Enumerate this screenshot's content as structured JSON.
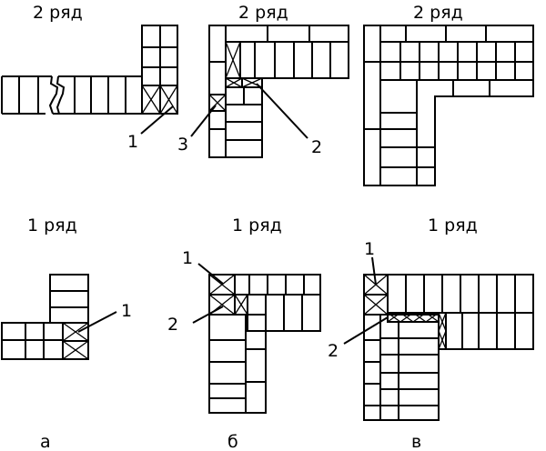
{
  "rows": {
    "row2": "2 ряд",
    "row1": "1 ряд"
  },
  "variants": {
    "a": "а",
    "b": "б",
    "v": "в"
  },
  "callouts": {
    "a2_1": "1",
    "b2_3": "3",
    "b2_2": "2",
    "a1_1": "1",
    "b1_1": "1",
    "b1_2": "2",
    "v1_1": "1",
    "v1_2": "2"
  }
}
